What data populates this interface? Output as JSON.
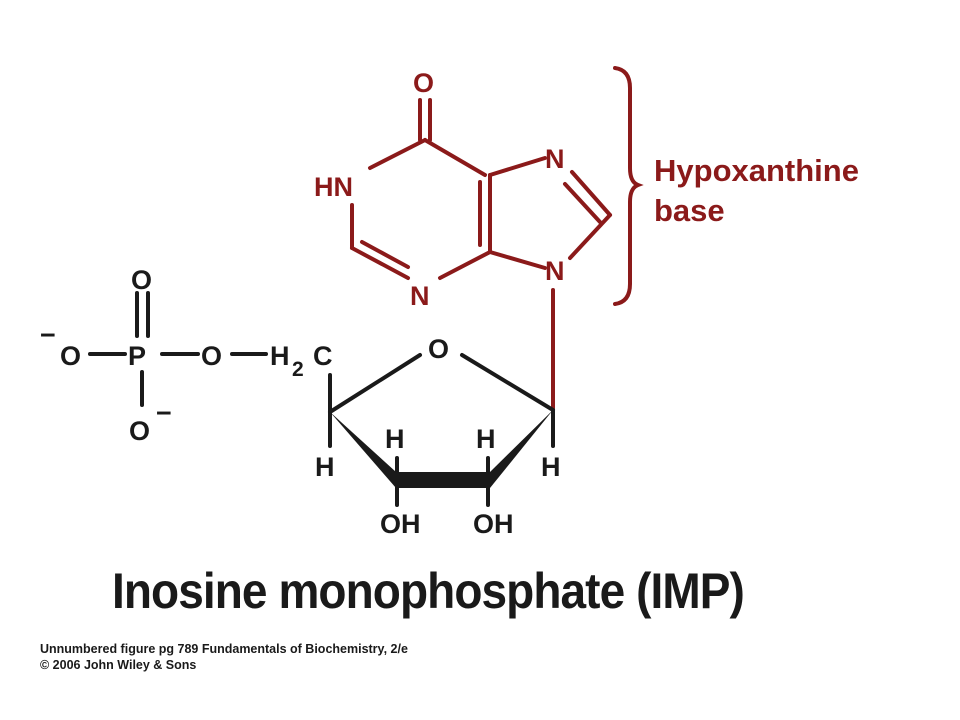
{
  "colors": {
    "base": "#8b1a1a",
    "ink": "#1a1a1a"
  },
  "base_label": {
    "line1": "Hypoxanthine",
    "line2": "base"
  },
  "atoms": {
    "carbonyl_O": "O",
    "HN": "HN",
    "N_top_right": "N",
    "N_bottom_left": "N",
    "N9": "N",
    "ring_O": "O",
    "phosphate_O_top": "O",
    "phosphate_O_left": "O",
    "phosphorus": "P",
    "bridge_O": "O",
    "H2C_H": "H",
    "H2C_sub": "2",
    "H2C_C": "C",
    "phosphate_O_bottom": "O",
    "charge_left": "−",
    "charge_bottom": "−",
    "H_C4": "H",
    "H_C3": "H",
    "H_C2": "H",
    "H_C1": "H",
    "OH_C3": "OH",
    "OH_C2": "OH"
  },
  "title": "Inosine monophosphate (IMP)",
  "caption": {
    "line1": "Unnumbered figure pg 789  Fundamentals of Biochemistry, 2/e",
    "line2": "© 2006 John Wiley & Sons"
  }
}
